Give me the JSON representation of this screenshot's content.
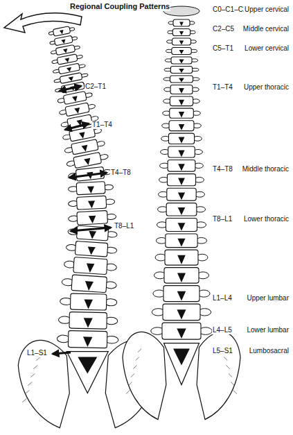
{
  "diagram": {
    "title": "Regional Coupling Patterns",
    "labels": [
      "C0–C1–C2",
      "Upper cervical",
      "C2–C5",
      "Middle cervical",
      "C5–T1",
      "Lower cervical",
      "T1–T4",
      "Upper thoracic",
      "T4–T8",
      "Middle thoracic",
      "T8–L1",
      "Lower thoracic",
      "L1–L4",
      "Upper lumbar",
      "L4–L5",
      "Lower lumbar",
      "L5–S1",
      "Lumbosacral",
      "C2–T1",
      "T1–T4",
      "T4–T8",
      "T8–L1",
      "L1–S1"
    ]
  }
}
